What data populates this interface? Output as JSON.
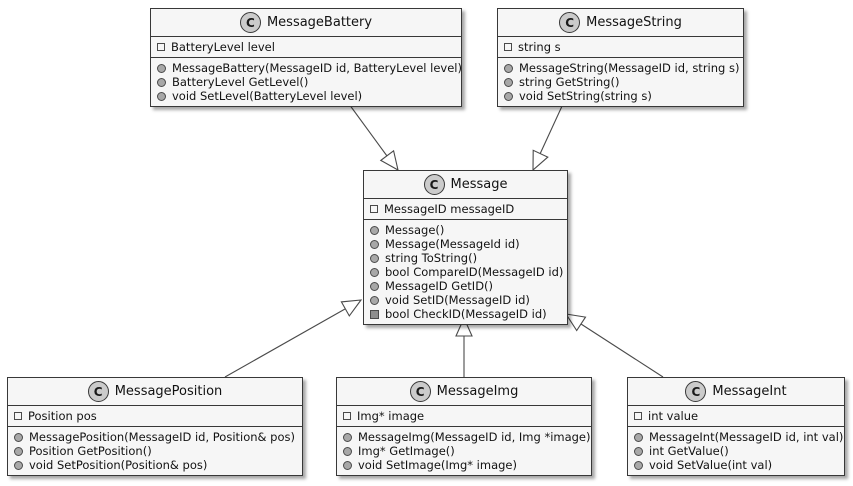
{
  "diagram": {
    "type": "uml-class-diagram",
    "classes": [
      {
        "name": "MessageBattery",
        "stereotype": "C",
        "fields": [
          {
            "visibility": "private",
            "text": "BatteryLevel level"
          }
        ],
        "methods": [
          {
            "visibility": "public",
            "text": "MessageBattery(MessageID id, BatteryLevel level)"
          },
          {
            "visibility": "public",
            "text": "BatteryLevel GetLevel()"
          },
          {
            "visibility": "public",
            "text": "void SetLevel(BatteryLevel level)"
          }
        ]
      },
      {
        "name": "MessageString",
        "stereotype": "C",
        "fields": [
          {
            "visibility": "private",
            "text": "string s"
          }
        ],
        "methods": [
          {
            "visibility": "public",
            "text": "MessageString(MessageID id, string s)"
          },
          {
            "visibility": "public",
            "text": "string GetString()"
          },
          {
            "visibility": "public",
            "text": "void SetString(string s)"
          }
        ]
      },
      {
        "name": "Message",
        "stereotype": "C",
        "fields": [
          {
            "visibility": "private",
            "text": "MessageID messageID"
          }
        ],
        "methods": [
          {
            "visibility": "public",
            "text": "Message()"
          },
          {
            "visibility": "public",
            "text": "Message(MessageId id)"
          },
          {
            "visibility": "public",
            "text": "string ToString()"
          },
          {
            "visibility": "public",
            "text": "bool CompareID(MessageID id)"
          },
          {
            "visibility": "public",
            "text": "MessageID GetID()"
          },
          {
            "visibility": "public",
            "text": "void SetID(MessageID id)"
          },
          {
            "visibility": "private",
            "text": "bool CheckID(MessageID id)"
          }
        ]
      },
      {
        "name": "MessagePosition",
        "stereotype": "C",
        "fields": [
          {
            "visibility": "private",
            "text": "Position pos"
          }
        ],
        "methods": [
          {
            "visibility": "public",
            "text": "MessagePosition(MessageID id, Position& pos)"
          },
          {
            "visibility": "public",
            "text": "Position GetPosition()"
          },
          {
            "visibility": "public",
            "text": "void SetPosition(Position& pos)"
          }
        ]
      },
      {
        "name": "MessageImg",
        "stereotype": "C",
        "fields": [
          {
            "visibility": "private",
            "text": "Img* image"
          }
        ],
        "methods": [
          {
            "visibility": "public",
            "text": "MessageImg(MessageID id, Img *image)"
          },
          {
            "visibility": "public",
            "text": "Img* GetImage()"
          },
          {
            "visibility": "public",
            "text": "void SetImage(Img* image)"
          }
        ]
      },
      {
        "name": "MessageInt",
        "stereotype": "C",
        "fields": [
          {
            "visibility": "private",
            "text": "int value"
          }
        ],
        "methods": [
          {
            "visibility": "public",
            "text": "MessageInt(MessageID id, int val)"
          },
          {
            "visibility": "public",
            "text": "int GetValue()"
          },
          {
            "visibility": "public",
            "text": "void SetValue(int val)"
          }
        ]
      }
    ],
    "relations": [
      {
        "from": "MessageBattery",
        "to": "Message",
        "type": "inheritance"
      },
      {
        "from": "MessageString",
        "to": "Message",
        "type": "inheritance"
      },
      {
        "from": "MessagePosition",
        "to": "Message",
        "type": "inheritance"
      },
      {
        "from": "MessageImg",
        "to": "Message",
        "type": "inheritance"
      },
      {
        "from": "MessageInt",
        "to": "Message",
        "type": "inheritance"
      }
    ],
    "colors": {
      "box_fill": "#F6F6F6",
      "border": "#383838",
      "badge_fill": "#CBCBCB",
      "line": "#4A4A4A",
      "arrowhead_fill": "#FFFFFF",
      "background": "#FFFFFF"
    }
  }
}
